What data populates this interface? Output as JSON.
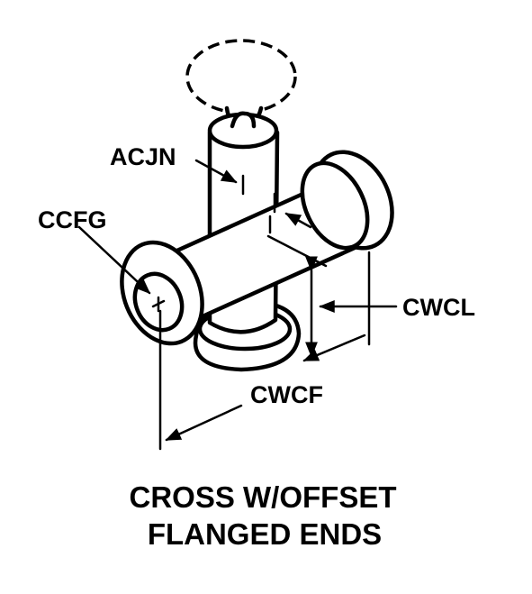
{
  "labels": {
    "acjn": "ACJN",
    "ccfg": "CCFG",
    "cwcl": "CWCL",
    "cwcf": "CWCF"
  },
  "caption": {
    "line1": "CROSS W/OFFSET",
    "line2": "FLANGED ENDS"
  }
}
